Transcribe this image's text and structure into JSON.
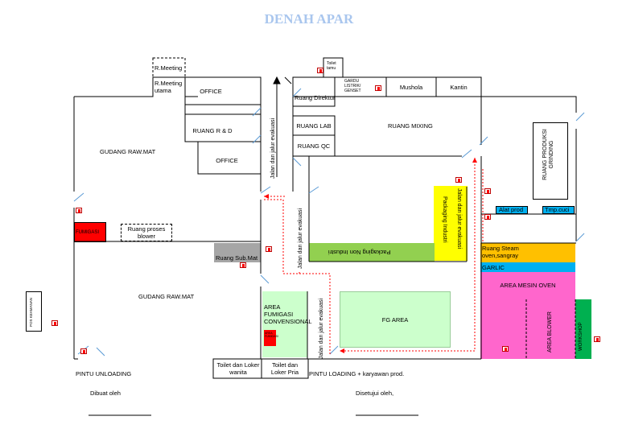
{
  "title": "DENAH APAR",
  "rooms": {
    "r_meeting": "R.Meeting",
    "r_meeting_utama": "R.Meeting utama",
    "office_top": "OFFICE",
    "ruang_rnd": "RUANG R & D",
    "office_bottom": "OFFICE",
    "gudang_raw_top": "GUDANG RAW.MAT",
    "gudang_raw_bottom": "GUDANG RAW.MAT",
    "fumigasi": "FUMIGASI",
    "ruang_proses_blower": "Ruang proses blower",
    "ruang_sub_mat": "Ruang Sub.Mat",
    "toilet_tamu": "Toilet tamu",
    "gardu": "GARDU LISTRIK/ GENSET",
    "mushola": "Mushola",
    "kantin": "Kantin",
    "ruang_direktur": "Ruang Direktur",
    "ruang_lab": "RUANG LAB",
    "ruang_qc": "RUANG QC",
    "ruang_mixing": "RUANG MIXING",
    "ruang_produksi_grinding": "RUANG PRODUKSI GRINDING",
    "packaging_industri": "Packaging Industri",
    "packaging_non_industri": "Packaging Non Industri",
    "alat_prod": "Alat prod",
    "tmp_cuci": "Tmp.cuci",
    "ruang_steam": "Ruang Steam oven,sangray",
    "garlic": "GARLIC",
    "area_mesin_oven": "AREA MESIN OVEN",
    "area_blower": "AREA BLOWER",
    "workshop": "WORKSHOP",
    "area_fumigasi": "AREA FUMIGASI CONVENSIONAL",
    "fumigasi_small": "AREA FUMIGASI",
    "fg_area": "FG AREA",
    "toilet_wanita": "Toilet dan Loker wanita",
    "toilet_pria": "Toilet dan Loker Pria",
    "pos_keamanan": "POS KEAMANAN"
  },
  "routes": {
    "jalur_1": "Jalan dan jalur evakuasi",
    "jalur_2": "Jalan dan jalur evakuasi",
    "jalur_3": "Jalan dan jalur evakuasi",
    "jalur_4": "Jalan dan jalur evakuasi"
  },
  "footer": {
    "pintu_unloading": "PINTU UNLOADING",
    "pintu_loading": "PINTU LOADING + karyawan prod.",
    "dibuat_oleh": "Dibuat oleh",
    "disetujui_oleh": "Disetujui oleh,"
  },
  "colors": {
    "fumigasi": "#ff0000",
    "sub_mat": "#a6a6a6",
    "packaging_industri": "#ffff00",
    "packaging_non_industri": "#92d050",
    "fg_area": "#ccffcc",
    "alat_prod": "#00b0f0",
    "steam": "#ffc000",
    "garlic": "#00b0f0",
    "mesin_oven": "#ff66cc",
    "workshop": "#00b050",
    "route": "#ff0000",
    "title": "#a9c6ee"
  },
  "extinguisher_icon": "fire-extinguisher-icon"
}
